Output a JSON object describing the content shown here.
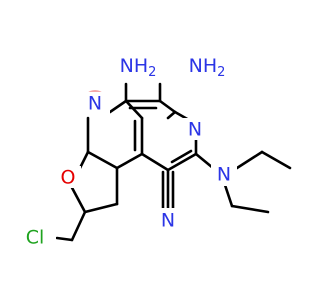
{
  "colors": {
    "nitrogen": "#2b35e6",
    "oxygen": "#e50000",
    "chlorine": "#1fa31f",
    "bond": "#000000",
    "highlight": "#f4a8a8"
  },
  "labels": {
    "amine_left": {
      "main": "NH",
      "sub": "2"
    },
    "amine_right": {
      "main": "NH",
      "sub": "2"
    },
    "pyridine_n_left": "N",
    "pyridine_n_right": "N",
    "ring_oxygen": "O",
    "diethylamino_n": "N",
    "nitrile_n": "N",
    "chlorine": "Cl"
  }
}
